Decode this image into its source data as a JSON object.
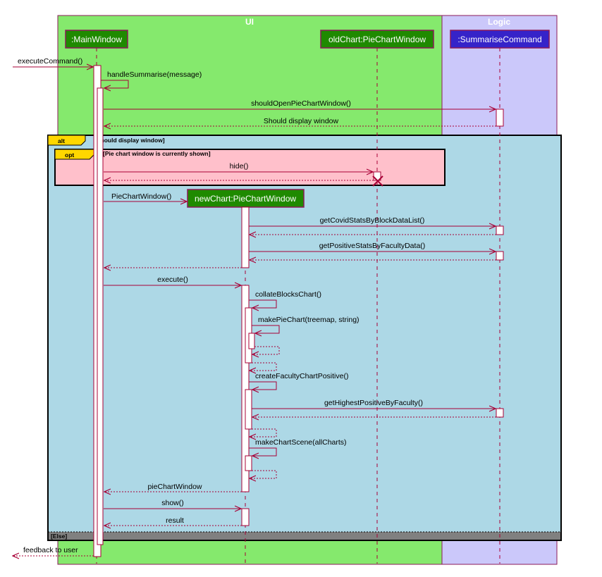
{
  "colors": {
    "ui_lane": "#85e96d",
    "logic_lane": "#cbc8fa",
    "lane_border": "#8b1a5a",
    "alt_fill": "#add8e6",
    "opt_fill": "#ffc0cb",
    "frame_tab": "#ffd700",
    "participant_ui": "#1f8a00",
    "participant_logic": "#3523c9",
    "arrow": "#a80036",
    "lifeline": "#a80036",
    "else_bar": "#808080",
    "destroy": "#a80036"
  },
  "lanes": {
    "ui": "UI",
    "logic": "Logic"
  },
  "participants": {
    "main": ":MainWindow",
    "old_chart": "oldChart:PieChartWindow",
    "summarise": ":SummariseCommand",
    "new_chart": "newChart:PieChartWindow"
  },
  "frames": {
    "alt_label": "alt",
    "alt_guard": "[Should display window]",
    "opt_label": "opt",
    "opt_guard": "[Pie chart window is currently shown]",
    "else_guard": "[Else]"
  },
  "messages": {
    "execute_command": "executeCommand()",
    "handle_summarise": "handleSummarise(message)",
    "should_open": "shouldOpenPieChartWindow()",
    "should_display": "Should display window",
    "hide": "hide()",
    "pie_chart_window": "PieChartWindow()",
    "get_covid_stats": "getCovidStatsByBlockDataList()",
    "get_positive_stats": "getPositiveStatsByFacultyData()",
    "execute": "execute()",
    "collate_blocks": "collateBlocksChart()",
    "make_pie_chart": "makePieChart(treemap, string)",
    "create_faculty": "createFacultyChartPositive()",
    "get_highest": "getHighestPositiveByFaculty()",
    "make_chart_scene": "makeChartScene(allCharts)",
    "pie_chart_window_ret": "pieChartWindow",
    "show": "show()",
    "result": "result",
    "feedback": "feedback to user"
  }
}
